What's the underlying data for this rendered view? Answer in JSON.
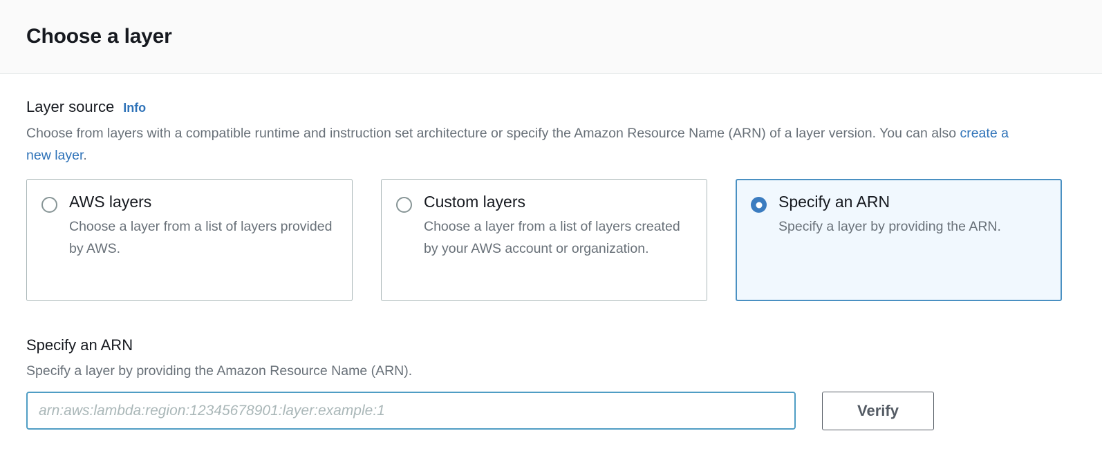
{
  "header": {
    "title": "Choose a layer"
  },
  "layer_source": {
    "label": "Layer source",
    "info_label": "Info",
    "description_before_link": "Choose from layers with a compatible runtime and instruction set architecture or specify the Amazon Resource Name (ARN) of a layer version. You can also ",
    "description_link": "create a new layer",
    "description_after_link": ".",
    "options": [
      {
        "title": "AWS layers",
        "description": "Choose a layer from a list of layers provided by AWS.",
        "selected": false
      },
      {
        "title": "Custom layers",
        "description": "Choose a layer from a list of layers created by your AWS account or organization.",
        "selected": false
      },
      {
        "title": "Specify an ARN",
        "description": "Specify a layer by providing the ARN.",
        "selected": true
      }
    ]
  },
  "arn_section": {
    "title": "Specify an ARN",
    "description": "Specify a layer by providing the Amazon Resource Name (ARN).",
    "input_value": "",
    "input_placeholder": "arn:aws:lambda:region:12345678901:layer:example:1",
    "verify_label": "Verify"
  },
  "colors": {
    "accent_blue": "#2e72b8",
    "selected_border": "#4a90c2",
    "selected_bg": "#f1f8fe",
    "radio_fill": "#3b7cc0",
    "input_border": "#4f9dc4",
    "button_border": "#545b64",
    "text_muted": "#687078",
    "card_border": "#aab7b8",
    "header_bg": "#fafafa"
  }
}
